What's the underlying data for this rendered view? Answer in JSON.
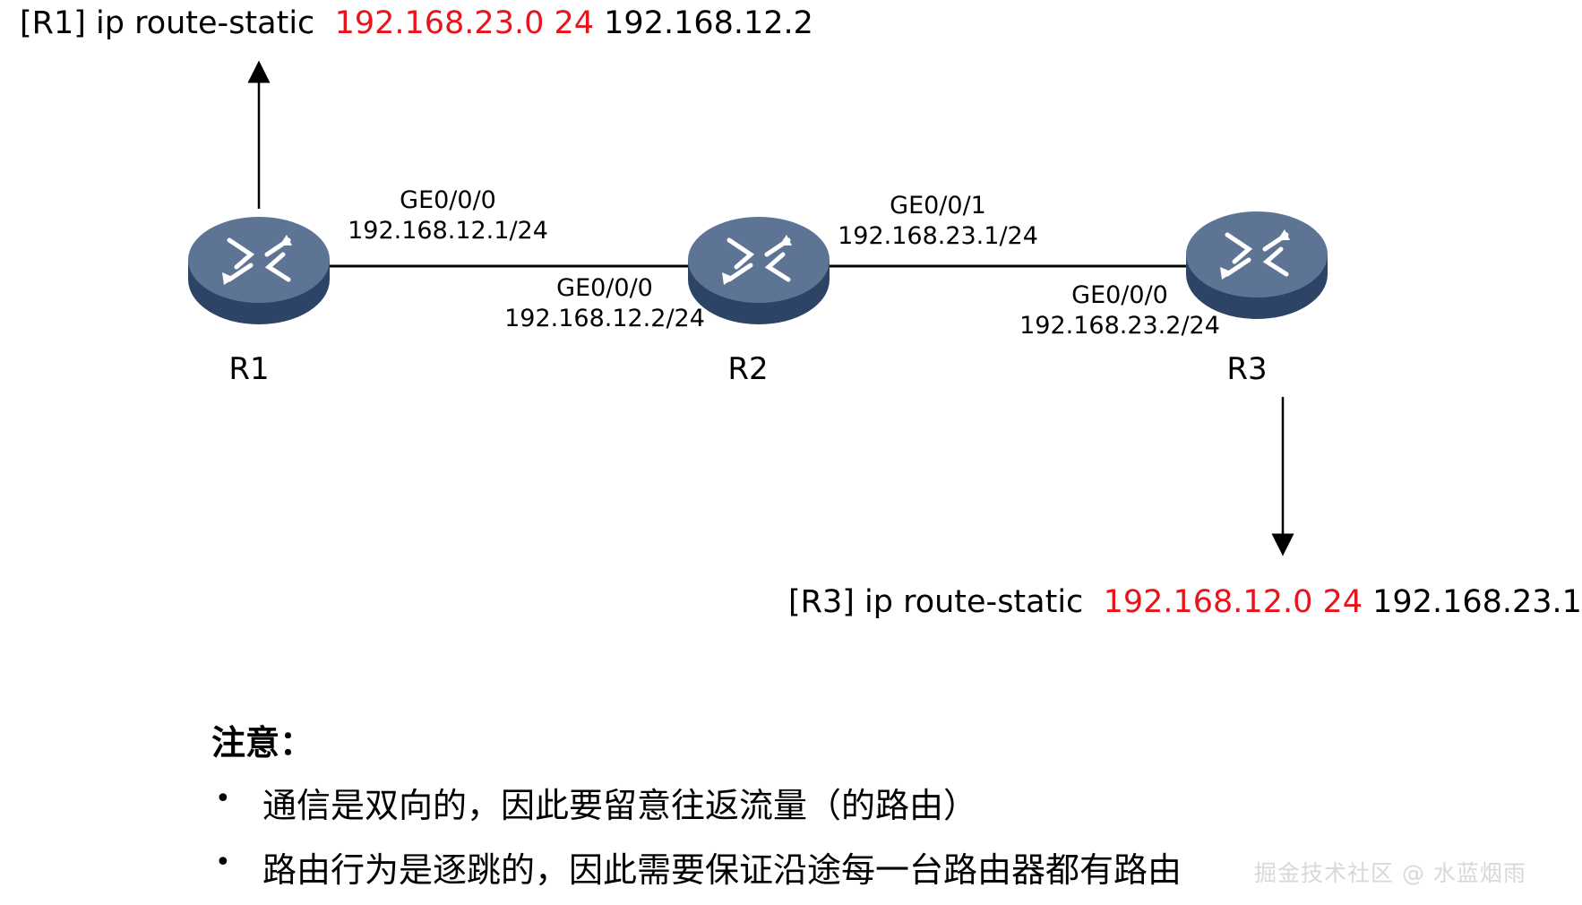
{
  "commands": {
    "r1": {
      "prefix": "[R1] ip route-static",
      "dest": "192.168.23.0 24",
      "nexthop": "192.168.12.2"
    },
    "r3": {
      "prefix": "[R3] ip route-static",
      "dest": "192.168.12.0 24",
      "nexthop": "192.168.23.1"
    }
  },
  "routers": [
    {
      "name": "R1"
    },
    {
      "name": "R2"
    },
    {
      "name": "R3"
    }
  ],
  "interfaces": {
    "r1_ge000": {
      "name": "GE0/0/0",
      "ip": "192.168.12.1/24"
    },
    "r2_ge000": {
      "name": "GE0/0/0",
      "ip": "192.168.12.2/24"
    },
    "r2_ge001": {
      "name": "GE0/0/1",
      "ip": "192.168.23.1/24"
    },
    "r3_ge000": {
      "name": "GE0/0/0",
      "ip": "192.168.23.2/24"
    }
  },
  "notes": {
    "title": "注意：",
    "items": [
      "通信是双向的，因此要留意往返流量（的路由）",
      "路由行为是逐跳的，因此需要保证沿途每一台路由器都有路由"
    ]
  },
  "watermark": "掘金技术社区 @ 水蓝烟雨",
  "colors": {
    "highlight": "#e8141c",
    "router_top": "#5d7495",
    "router_side": "#2e4466"
  }
}
